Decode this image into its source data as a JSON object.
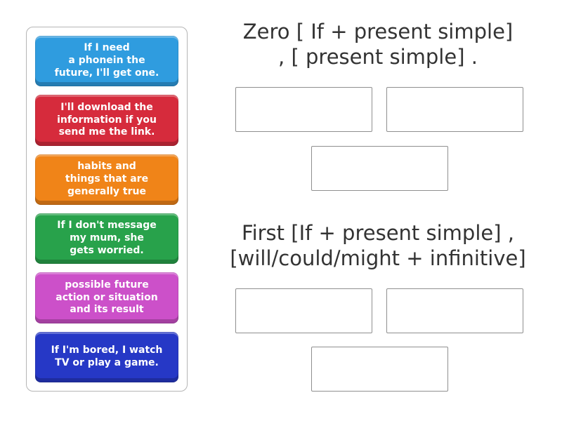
{
  "groups": [
    {
      "title": "Zero [ If + present simple]\n, [ present simple] .",
      "slot_count": 3
    },
    {
      "title": "First [If + present simple] ,\n[will/could/might + infinitive]",
      "slot_count": 3
    }
  ],
  "cards": [
    {
      "text": "If I need\na phonein the\nfuture, I'll get one.",
      "color": "#2F9CDF"
    },
    {
      "text": "I'll download the\ninformation if you\nsend me the link.",
      "color": "#D62B3C"
    },
    {
      "text": "habits and\nthings that are\ngenerally true",
      "color": "#F08418"
    },
    {
      "text": "If I don't message\nmy mum, she\ngets worried.",
      "color": "#28A24B"
    },
    {
      "text": "possible future\naction or situation\nand its result",
      "color": "#CC50C9"
    },
    {
      "text": "If I'm bored, I watch\nTV or play a game.",
      "color": "#2638C6"
    }
  ],
  "colors": {
    "tray_border": "#b5b5b5",
    "zone_border": "#8f8f8f",
    "title_text": "#333333",
    "card_text": "#ffffff"
  }
}
